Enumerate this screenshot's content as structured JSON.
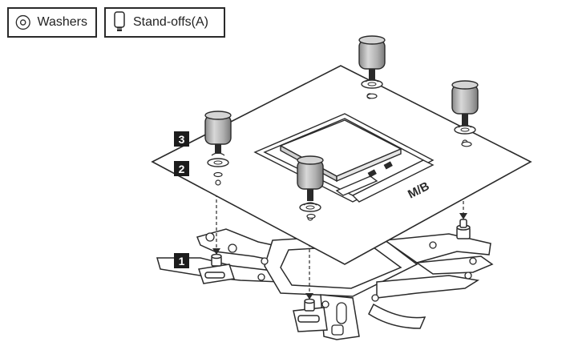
{
  "legend": {
    "washers_label": "Washers",
    "standoffs_label": "Stand-offs(A)",
    "washer_icon": "washer-icon",
    "standoff_icon": "standoff-icon"
  },
  "steps": {
    "step1": "1",
    "step2": "2",
    "step3": "3"
  },
  "board": {
    "label": "M/B"
  },
  "colors": {
    "line": "#2a2a2a",
    "standoff_gray": "#bdbdbd",
    "badge": "#1c1c1c"
  }
}
